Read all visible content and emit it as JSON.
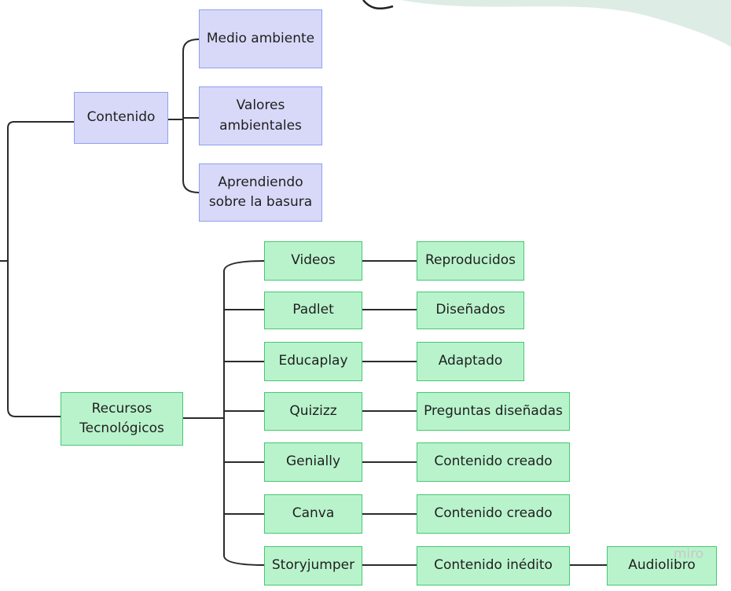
{
  "branches": {
    "contenido": {
      "label": "Contenido",
      "children": [
        "Medio ambiente",
        "Valores ambientales",
        "Aprendiendo sobre la basura"
      ]
    },
    "recursos": {
      "label": "Recursos Tecnológicos",
      "rows": [
        {
          "tool": "Videos",
          "result": "Reproducidos"
        },
        {
          "tool": "Padlet",
          "result": "Diseñados"
        },
        {
          "tool": "Educaplay",
          "result": "Adaptado"
        },
        {
          "tool": "Quizizz",
          "result": "Preguntas diseñadas"
        },
        {
          "tool": "Genially",
          "result": "Contenido creado"
        },
        {
          "tool": "Canva",
          "result": "Contenido creado"
        },
        {
          "tool": "Storyjumper",
          "result": "Contenido inédito",
          "next": "Audiolibro"
        }
      ]
    }
  },
  "watermark": "miro",
  "colors": {
    "purple_fill": "#d8d9f8",
    "purple_border": "#8ea0f0",
    "green_fill": "#b9f3cc",
    "green_border": "#46c872",
    "connector": "#2b2b2b",
    "wave": "#cfe6dc"
  }
}
